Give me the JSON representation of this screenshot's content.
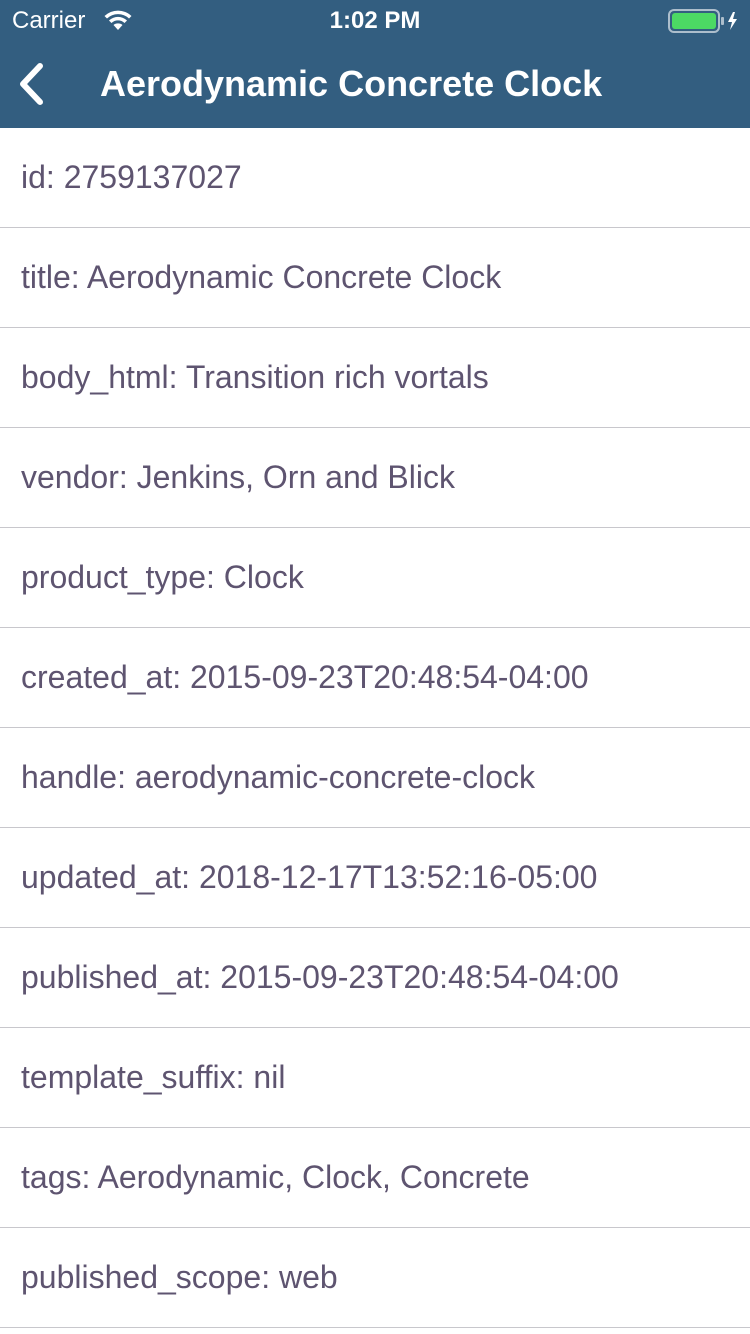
{
  "status_bar": {
    "carrier": "Carrier",
    "time": "1:02 PM",
    "wifi_icon": "wifi-icon",
    "battery_icon": "battery-charging-icon",
    "battery_color": "#4cd964"
  },
  "navbar": {
    "back_icon": "chevron-left-icon",
    "title": "Aerodynamic Concrete Clock",
    "background": "#335e80"
  },
  "fields": [
    "id: 2759137027",
    "title: Aerodynamic Concrete Clock",
    "body_html: Transition rich vortals",
    "vendor: Jenkins, Orn and Blick",
    "product_type: Clock",
    "created_at: 2015-09-23T20:48:54-04:00",
    "handle: aerodynamic-concrete-clock",
    "updated_at: 2018-12-17T13:52:16-05:00",
    "published_at: 2015-09-23T20:48:54-04:00",
    "template_suffix: nil",
    "tags: Aerodynamic, Clock, Concrete",
    "published_scope: web"
  ],
  "colors": {
    "row_text": "#5e5470",
    "separator": "#c8c7cc"
  }
}
